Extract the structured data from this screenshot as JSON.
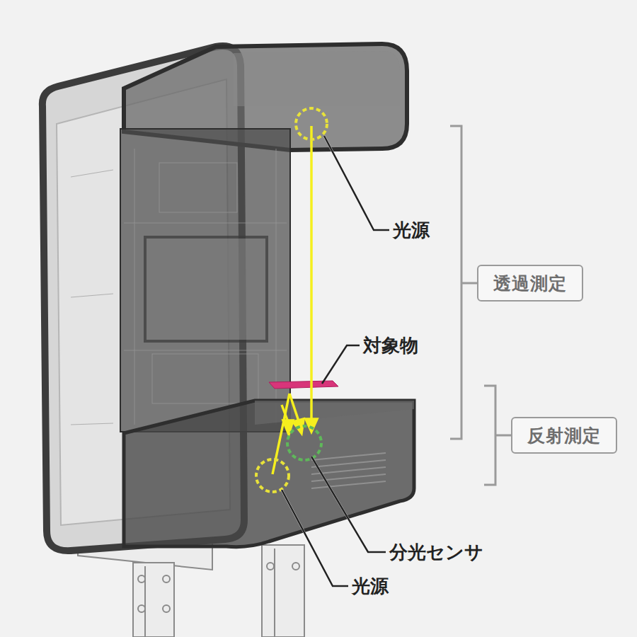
{
  "diagram": {
    "nodes": [
      {
        "text": [
          "透過測定"
        ]
      },
      {
        "text": [
          "反射測定"
        ]
      }
    ],
    "labels": [
      "光源",
      "対象物",
      "分光センサ",
      "光源"
    ]
  }
}
